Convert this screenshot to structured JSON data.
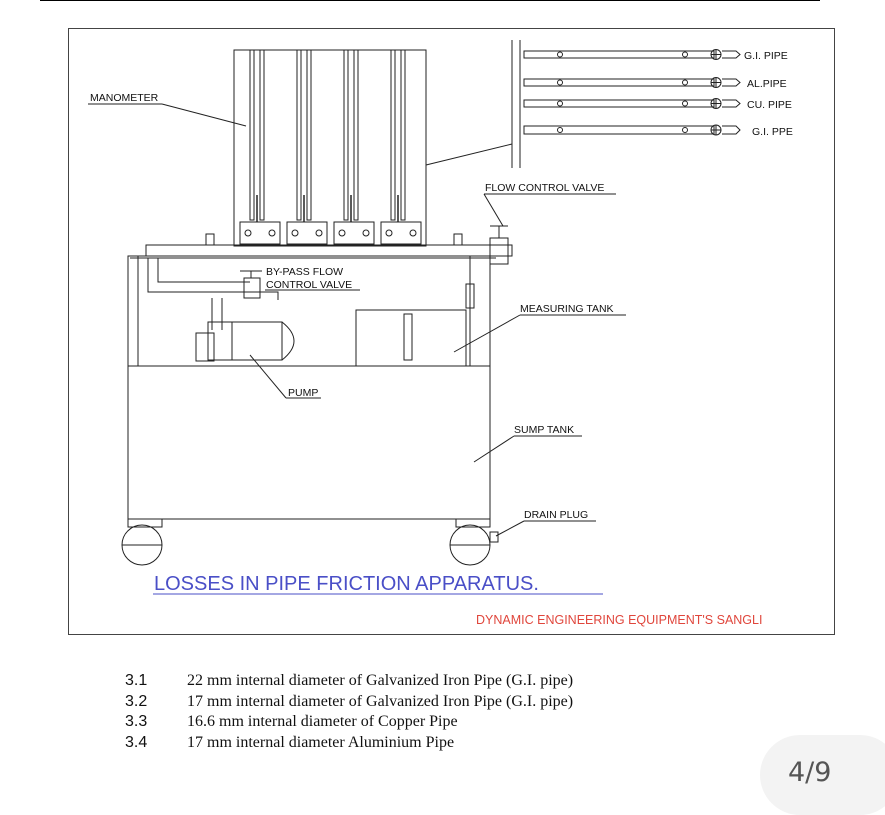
{
  "diagram": {
    "labels": {
      "manometer": "MANOMETER",
      "flow_control_valve": "FLOW CONTROL VALVE",
      "bypass_line1": "BY-PASS FLOW",
      "bypass_line2": "CONTROL VALVE",
      "measuring_tank": "MEASURING TANK",
      "pump": "PUMP",
      "sump_tank": "SUMP TANK",
      "drain_plug": "DRAIN PLUG"
    },
    "pipes": [
      "G.I. PIPE",
      "AL.PIPE",
      "CU. PIPE",
      "G.I. PPE"
    ],
    "title": "LOSSES IN PIPE FRICTION APPARATUS.",
    "credit": "DYNAMIC ENGINEERING EQUIPMENT'S  SANGLI",
    "colors": {
      "title": "#4a4fc7",
      "credit": "#e0463c",
      "line": "#222222"
    }
  },
  "specs": [
    {
      "num": "3.1",
      "text": "22 mm internal diameter of Galvanized Iron Pipe (G.I. pipe)"
    },
    {
      "num": "3.2",
      "text": "17 mm internal diameter of Galvanized Iron Pipe (G.I. pipe)"
    },
    {
      "num": "3.3",
      "text": "16.6 mm internal diameter of Copper Pipe"
    },
    {
      "num": "3.4",
      "text": "17 mm internal diameter Aluminium Pipe"
    }
  ],
  "page_counter": "4/9"
}
